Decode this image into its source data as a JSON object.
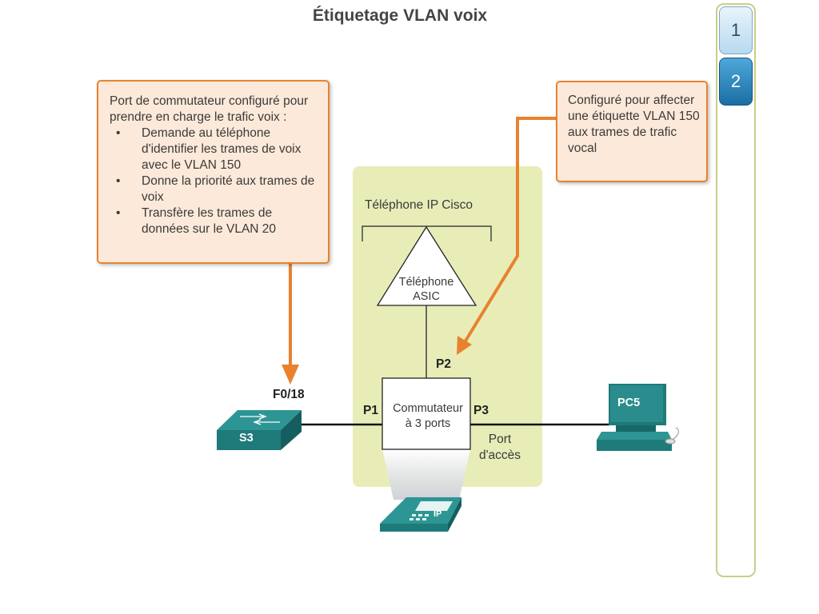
{
  "title": "Étiquetage VLAN voix",
  "colors": {
    "accent": "#e8822f",
    "callout_fill": "#fde9d9",
    "device": "#1f7a7a",
    "phone_zone": "#e8edb8"
  },
  "left_callout": {
    "intro": "Port de commutateur configuré pour prendre en charge le trafic voix :",
    "bullets": [
      "Demande au téléphone d'identifier les trames de voix avec le VLAN 150",
      "Donne la priorité aux trames de voix",
      "Transfère les trames de données sur le VLAN 20"
    ]
  },
  "right_callout": {
    "text": "Configuré pour affecter une étiquette VLAN 150 aux trames de trafic vocal"
  },
  "diagram": {
    "phone_title": "Téléphone IP Cisco",
    "asic_line1": "Téléphone",
    "asic_line2": "ASIC",
    "switch_line1": "Commutateur",
    "switch_line2": "à 3 ports",
    "p1": "P1",
    "p2": "P2",
    "p3": "P3",
    "f018": "F0/18",
    "access_line1": "Port",
    "access_line2": "d'accès",
    "s3": "S3",
    "pc5": "PC5",
    "ip": "IP"
  },
  "steps": {
    "selected": "2",
    "items": [
      {
        "label": "1"
      },
      {
        "label": "2"
      }
    ]
  }
}
